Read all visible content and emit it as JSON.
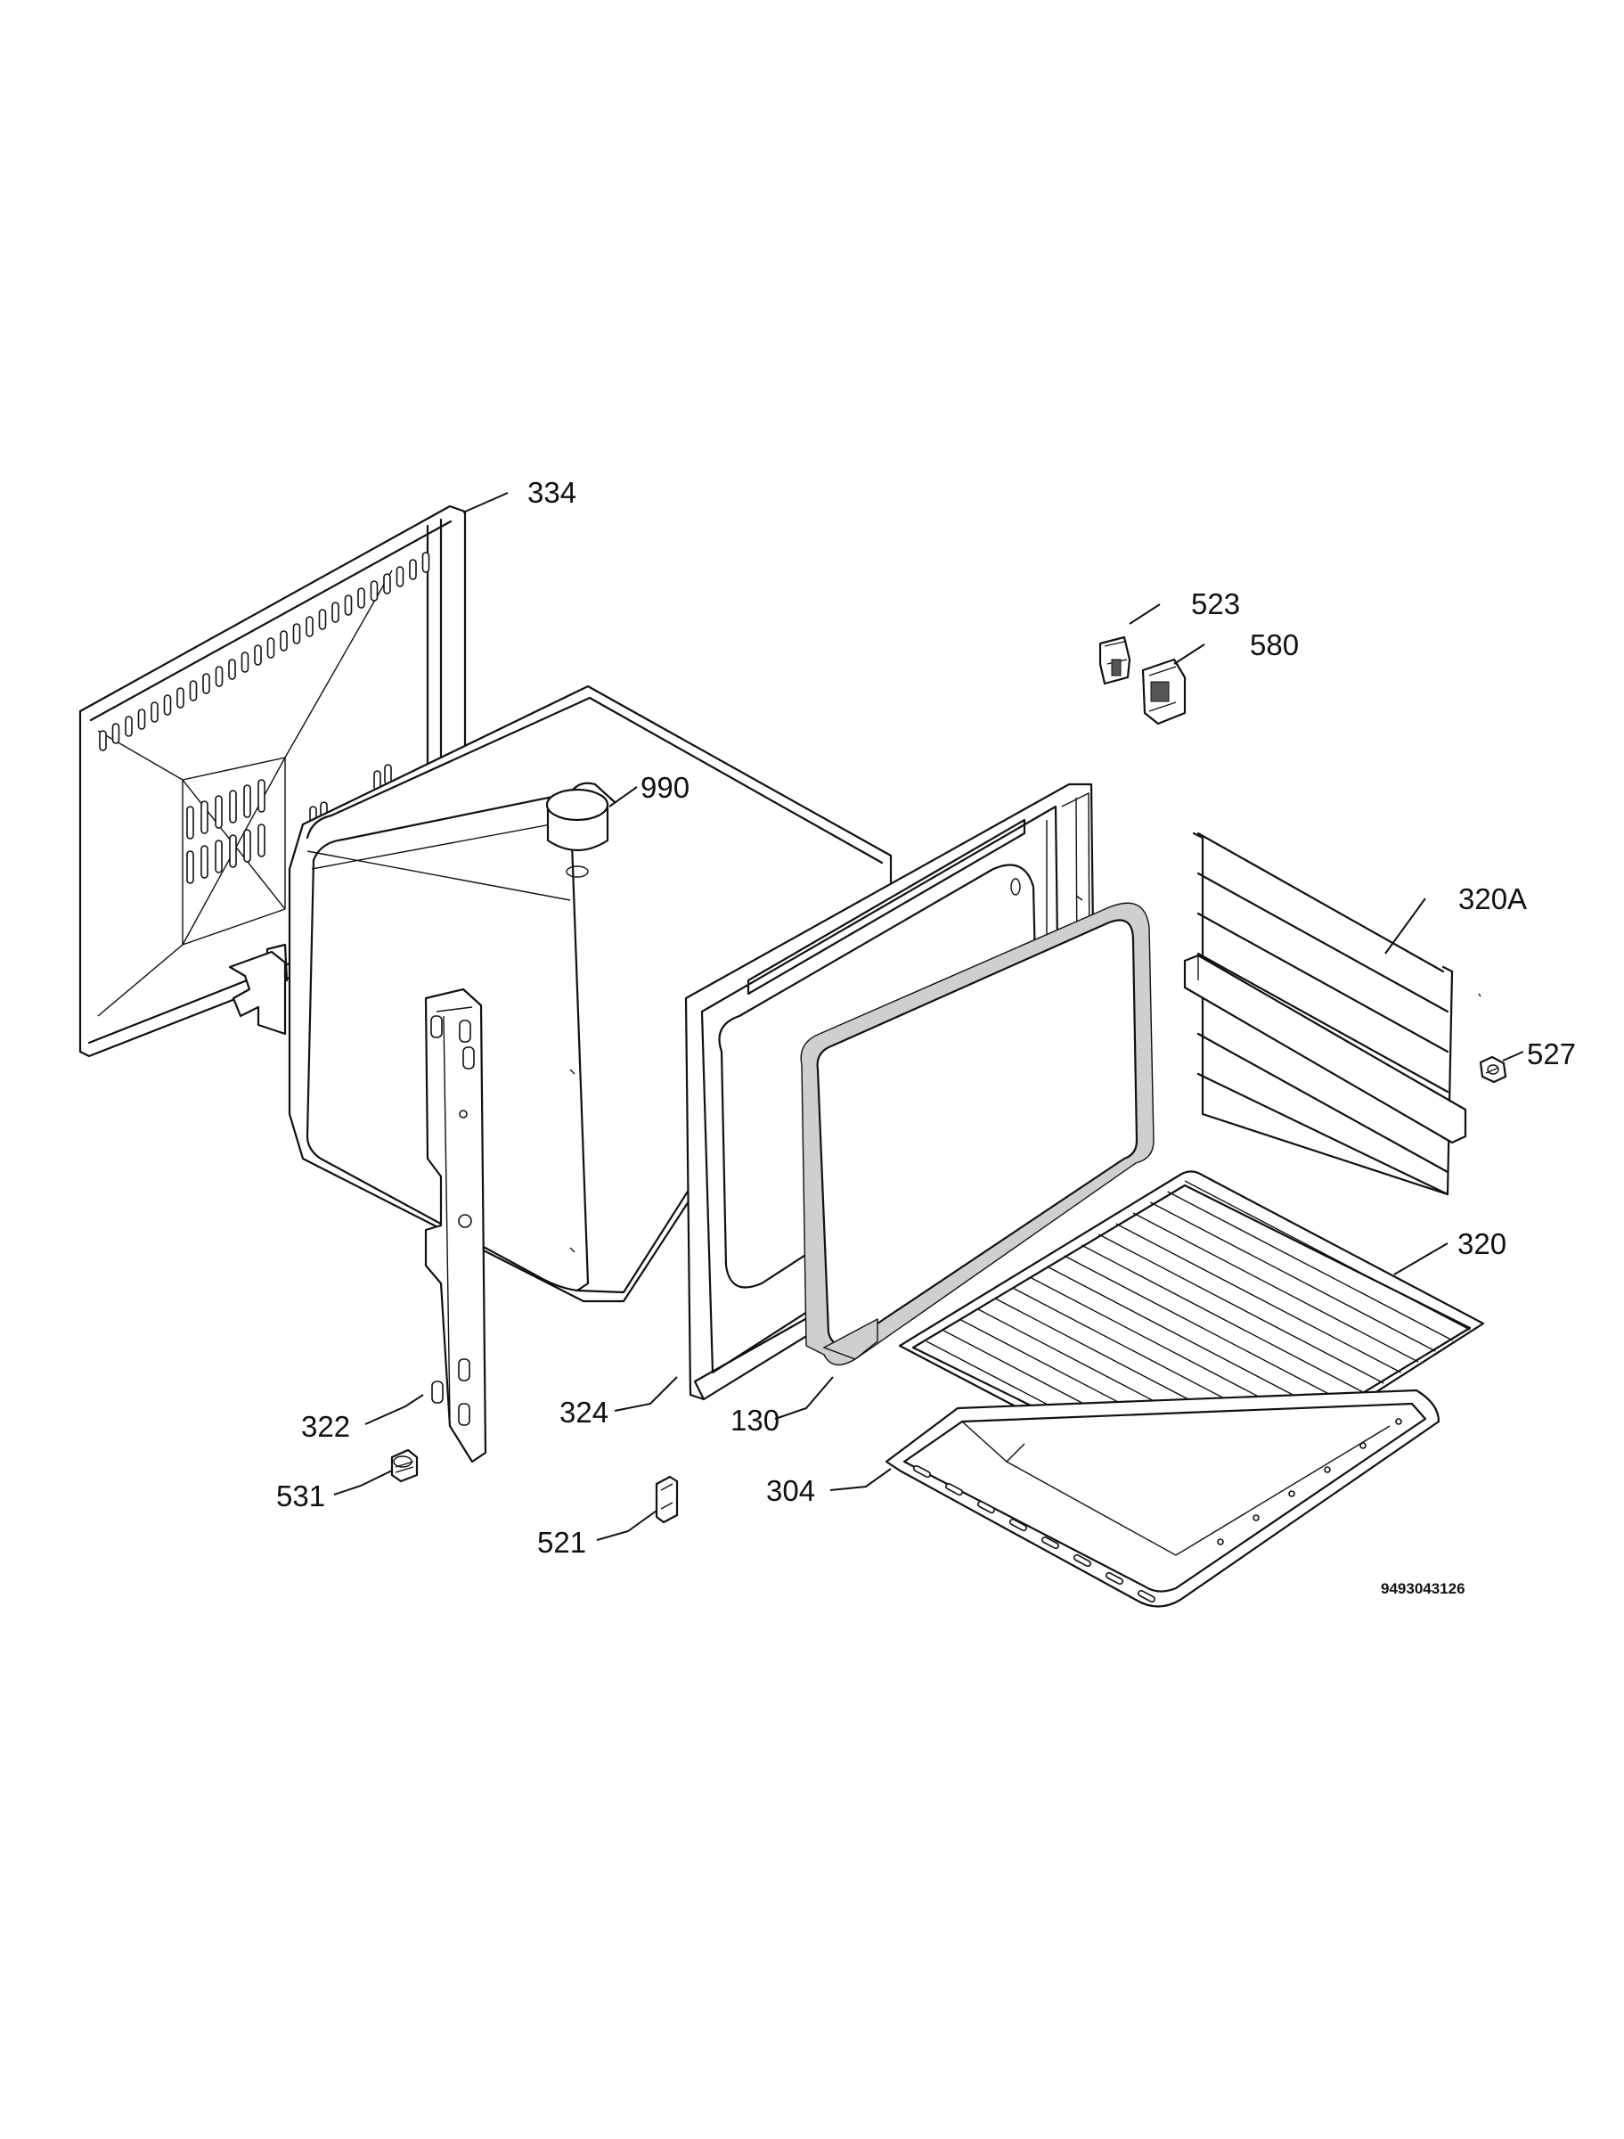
{
  "labels": {
    "p334": "334",
    "p523": "523",
    "p580": "580",
    "p990": "990",
    "p320A": "320A",
    "p527": "527",
    "p320": "320",
    "p322": "322",
    "p324": "324",
    "p130": "130",
    "p304": "304",
    "p531": "531",
    "p521": "521"
  },
  "document_number": "9493043126"
}
